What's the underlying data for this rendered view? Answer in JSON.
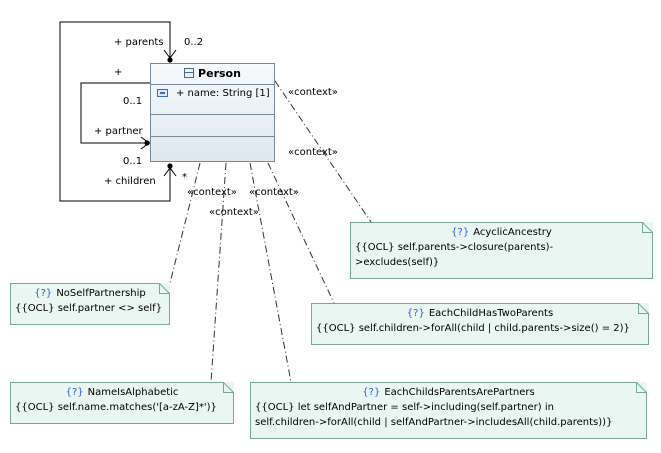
{
  "class": {
    "name": "Person",
    "attribute": "+ name: String [1]"
  },
  "associations": {
    "parents": {
      "role": "+ parents",
      "multiplicity": "0..2",
      "other_end": "+"
    },
    "partner": {
      "role": "+ partner",
      "multiplicity_top": "0..1",
      "multiplicity_bottom": "0..1"
    },
    "children": {
      "role": "+ children",
      "multiplicity": "*"
    }
  },
  "stereotype": "«context»",
  "constraints": [
    {
      "name": "AcyclicAncestry",
      "icon_text": "{?}",
      "lines": [
        "{{OCL} self.parents->closure(parents)-",
        ">excludes(self)}"
      ]
    },
    {
      "name": "NoSelfPartnership",
      "icon_text": "{?}",
      "lines": [
        "{{OCL} self.partner <> self}"
      ]
    },
    {
      "name": "EachChildHasTwoParents",
      "icon_text": "{?}",
      "lines": [
        "{{OCL} self.children->forAll(child | child.parents->size() = 2)}"
      ]
    },
    {
      "name": "NameIsAlphabetic",
      "icon_text": "{?}",
      "lines": [
        "{{OCL} self.name.matches('[a-zA-Z]*')}"
      ]
    },
    {
      "name": "EachChildsParentsArePartners",
      "icon_text": "{?}",
      "lines": [
        "{{OCL} let selfAndPartner = self->including(self.partner) in",
        "self.children->forAll(child | selfAndPartner->includesAll(child.parents))}"
      ]
    }
  ],
  "colors": {
    "note_fill": "#eaf6f1",
    "note_border": "#7aa793",
    "class_border": "#7a8c9c",
    "link_line": "#333333",
    "icon_blue": "#2f63c7"
  }
}
